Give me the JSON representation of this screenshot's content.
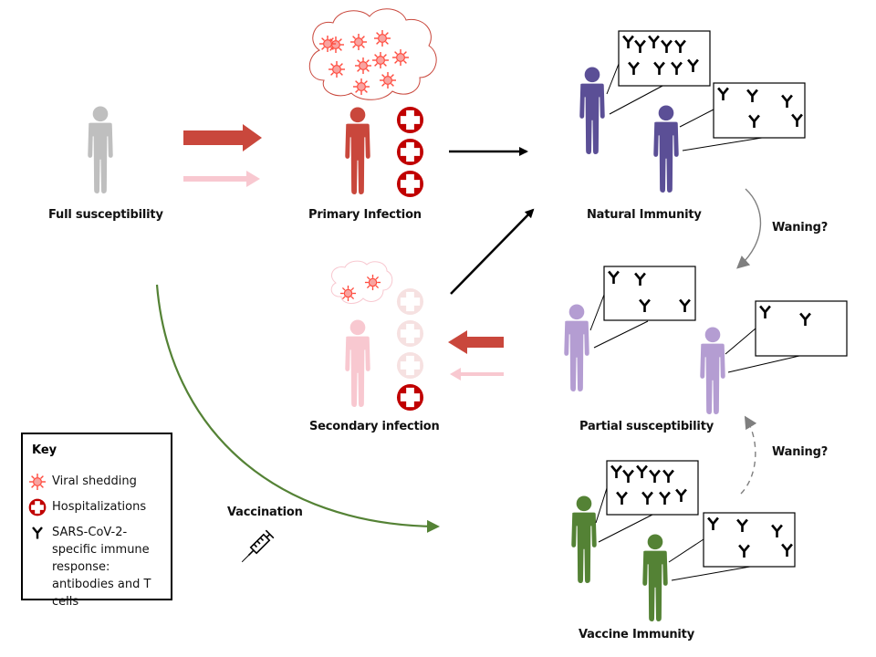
{
  "title": "SARS-CoV-2 immunity states and transitions",
  "colors": {
    "susceptible": "#bfbfbf",
    "primary_infection": "#c9473c",
    "secondary_infection": "#f8c8d0",
    "natural_immunity": "#5b4f96",
    "partial_susceptibility": "#b49dd2",
    "vaccine_immunity": "#548235",
    "hospital_icon": "#c00000",
    "hospital_faded": "#f6e1e1",
    "virus": "#ff4a3d",
    "virus_fill": "#f8a3a0",
    "arrow_strong": "#c9473c",
    "arrow_faint": "#f8c8d0",
    "arrow_black": "#000000",
    "waning_arrow": "#7f7f7f",
    "vaccination_arrow": "#548235"
  },
  "nodes": {
    "full_susceptibility": {
      "label": "Full susceptibility"
    },
    "primary_infection": {
      "label": "Primary Infection",
      "virus_count": 10,
      "hospitalizations": 3
    },
    "natural_immunity": {
      "label": "Natural Immunity",
      "antibody_counts": [
        9,
        5
      ]
    },
    "secondary_infection": {
      "label": "Secondary infection",
      "virus_count": 2,
      "hospitalizations": 1,
      "hospitalizations_faded": 3
    },
    "partial_susceptibility": {
      "label": "Partial susceptibility",
      "antibody_counts": [
        4,
        2
      ]
    },
    "vaccine_immunity": {
      "label": "Vaccine Immunity",
      "antibody_counts": [
        9,
        5
      ]
    }
  },
  "edges": {
    "waning_top": {
      "label": "Waning?",
      "style": "solid"
    },
    "waning_bottom": {
      "label": "Waning?",
      "style": "dashed"
    },
    "vaccination": {
      "label": "Vaccination",
      "icon": "syringe-icon"
    }
  },
  "key": {
    "title": "Key",
    "items": [
      {
        "icon": "virus-icon",
        "label": "Viral shedding"
      },
      {
        "icon": "hospital-cross-icon",
        "label": "Hospitalizations"
      },
      {
        "icon": "antibody-icon",
        "label": "SARS-CoV-2-specific immune response: antibodies and T cells"
      }
    ]
  }
}
